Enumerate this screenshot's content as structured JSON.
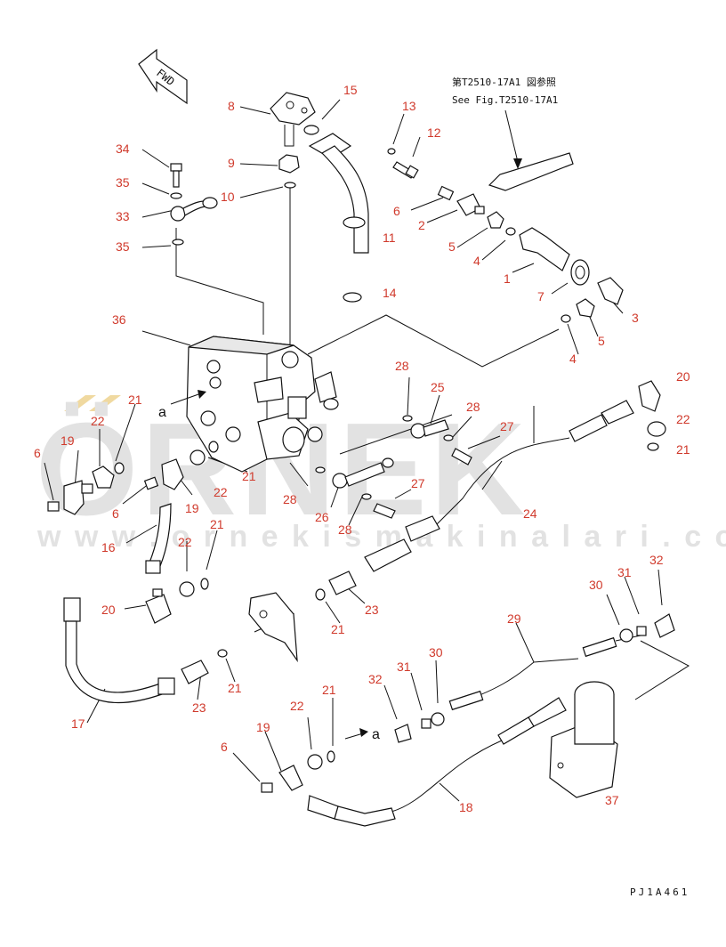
{
  "watermark": {
    "brand": "ÖRNEK",
    "url": "w w w . o r n e k i s m a k i n a l a r i . c o m . t r"
  },
  "header": {
    "direction_label": "FWD",
    "ref_jp": "第T2510-17A1 図参照",
    "ref_en": "See Fig.T2510-17A1"
  },
  "footer": {
    "figure_code": "PJ1A461"
  },
  "annotations": {
    "a_upper": "a",
    "a_lower": "a"
  },
  "callouts": [
    {
      "id": "c1",
      "label": "1"
    },
    {
      "id": "c2",
      "label": "2"
    },
    {
      "id": "c3",
      "label": "3"
    },
    {
      "id": "c4a",
      "label": "4"
    },
    {
      "id": "c4b",
      "label": "4"
    },
    {
      "id": "c5a",
      "label": "5"
    },
    {
      "id": "c5b",
      "label": "5"
    },
    {
      "id": "c6a",
      "label": "6"
    },
    {
      "id": "c6b",
      "label": "6"
    },
    {
      "id": "c6c",
      "label": "6"
    },
    {
      "id": "c6d",
      "label": "6"
    },
    {
      "id": "c7",
      "label": "7"
    },
    {
      "id": "c8",
      "label": "8"
    },
    {
      "id": "c9",
      "label": "9"
    },
    {
      "id": "c10",
      "label": "10"
    },
    {
      "id": "c11",
      "label": "11"
    },
    {
      "id": "c12",
      "label": "12"
    },
    {
      "id": "c13",
      "label": "13"
    },
    {
      "id": "c14",
      "label": "14"
    },
    {
      "id": "c15",
      "label": "15"
    },
    {
      "id": "c16",
      "label": "16"
    },
    {
      "id": "c17",
      "label": "17"
    },
    {
      "id": "c18",
      "label": "18"
    },
    {
      "id": "c19a",
      "label": "19"
    },
    {
      "id": "c19b",
      "label": "19"
    },
    {
      "id": "c19c",
      "label": "19"
    },
    {
      "id": "c20a",
      "label": "20"
    },
    {
      "id": "c20b",
      "label": "20"
    },
    {
      "id": "c21a",
      "label": "21"
    },
    {
      "id": "c21b",
      "label": "21"
    },
    {
      "id": "c21c",
      "label": "21"
    },
    {
      "id": "c21d",
      "label": "21"
    },
    {
      "id": "c21e",
      "label": "21"
    },
    {
      "id": "c21f",
      "label": "21"
    },
    {
      "id": "c21g",
      "label": "21"
    },
    {
      "id": "c22a",
      "label": "22"
    },
    {
      "id": "c22b",
      "label": "22"
    },
    {
      "id": "c22c",
      "label": "22"
    },
    {
      "id": "c22d",
      "label": "22"
    },
    {
      "id": "c22e",
      "label": "22"
    },
    {
      "id": "c23a",
      "label": "23"
    },
    {
      "id": "c23b",
      "label": "23"
    },
    {
      "id": "c24",
      "label": "24"
    },
    {
      "id": "c25",
      "label": "25"
    },
    {
      "id": "c26",
      "label": "26"
    },
    {
      "id": "c27a",
      "label": "27"
    },
    {
      "id": "c27b",
      "label": "27"
    },
    {
      "id": "c28a",
      "label": "28"
    },
    {
      "id": "c28b",
      "label": "28"
    },
    {
      "id": "c28c",
      "label": "28"
    },
    {
      "id": "c28d",
      "label": "28"
    },
    {
      "id": "c29",
      "label": "29"
    },
    {
      "id": "c30a",
      "label": "30"
    },
    {
      "id": "c30b",
      "label": "30"
    },
    {
      "id": "c31a",
      "label": "31"
    },
    {
      "id": "c31b",
      "label": "31"
    },
    {
      "id": "c32a",
      "label": "32"
    },
    {
      "id": "c32b",
      "label": "32"
    },
    {
      "id": "c33",
      "label": "33"
    },
    {
      "id": "c34",
      "label": "34"
    },
    {
      "id": "c35a",
      "label": "35"
    },
    {
      "id": "c35b",
      "label": "35"
    },
    {
      "id": "c36",
      "label": "36"
    },
    {
      "id": "c37",
      "label": "37"
    }
  ]
}
